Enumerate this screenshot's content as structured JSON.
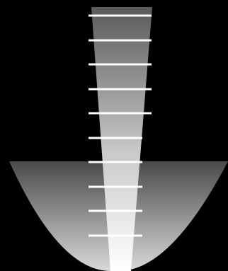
{
  "scene": {
    "background_color": "#000000",
    "marker_color": "#ffffff",
    "marker_count": 10,
    "shapes": [
      {
        "name": "parabolic-bowl",
        "gradient_top": "#4a4a4a",
        "gradient_bottom": "#d9d9d9"
      },
      {
        "name": "tapering-column",
        "gradient_top": "#5a5a5a",
        "gradient_bottom": "#ffffff"
      }
    ]
  }
}
